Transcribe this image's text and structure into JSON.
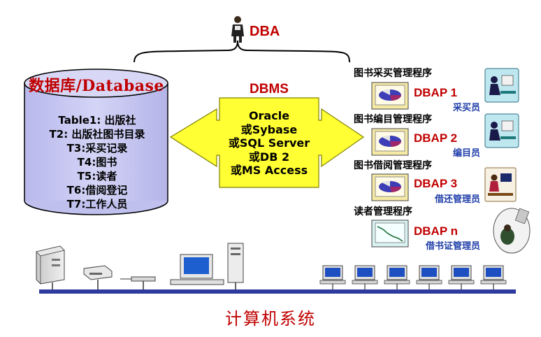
{
  "dba": {
    "label": "DBA"
  },
  "database": {
    "title": "数据库/Database",
    "tables": [
      "Table1: 出版社",
      "T2: 出版社图书目录",
      "T3:采买记录",
      "T4:图书",
      "T5:读者",
      "T6:借阅登记",
      "T7:工作人员"
    ]
  },
  "dbms": {
    "label": "DBMS",
    "lines": [
      "Oracle",
      "或Sybase",
      "或SQL Server",
      "或DB 2",
      "或MS Access"
    ]
  },
  "apps": [
    {
      "name": "图书采买管理程序",
      "code": "DBAP 1",
      "role": "采买员",
      "icon": "pie-chart-monitor-icon"
    },
    {
      "name": "图书编目管理程序",
      "code": "DBAP 2",
      "role": "编目员",
      "icon": "pie-chart-monitor-icon"
    },
    {
      "name": "图书借阅管理程序",
      "code": "DBAP 3",
      "role": "借还管理员",
      "icon": "pie-chart-monitor-icon"
    },
    {
      "name": "读者管理程序",
      "code": "DBAP n",
      "role": "借书证管理员",
      "icon": "line-chart-monitor-icon"
    }
  ],
  "system": {
    "label": "计算机系统"
  },
  "colors": {
    "accent_red": "#c00000",
    "role_blue": "#1f3ea8",
    "database_fill": "#c6c6f0",
    "arrow_fill": "#ffff33",
    "network_bus": "#2f3a9e"
  }
}
